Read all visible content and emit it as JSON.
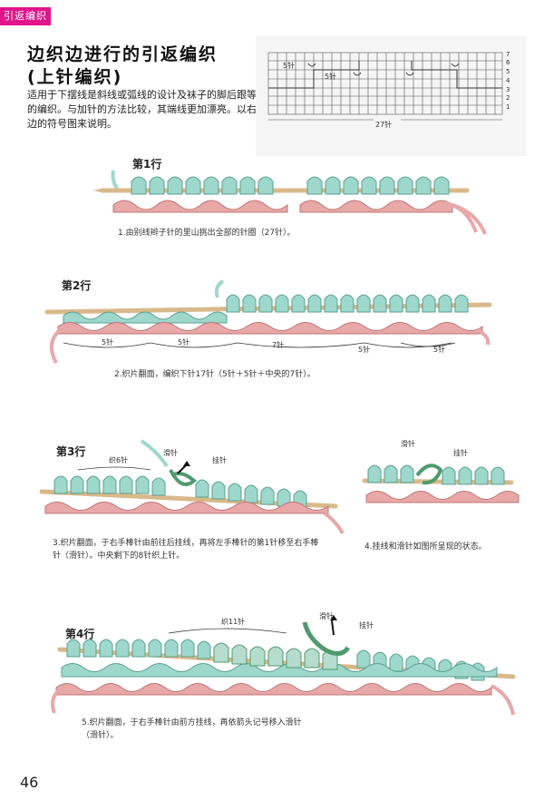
{
  "header": {
    "tag": "引返编织"
  },
  "title": {
    "line1": "边织边进行的引返编织",
    "line2": "(上针编织)"
  },
  "intro": "适用于下摆线是斜线或弧线的设计及袜子的脚后跟等的编织。与加针的方法比较，其端线更加漂亮。以右边的符号图来说明。",
  "symbol_chart": {
    "left_label": "5针",
    "mid_label": "5针",
    "bottom_label": "27针",
    "row_numbers": [
      "7",
      "6",
      "5",
      "4",
      "3",
      "2",
      "1"
    ]
  },
  "steps": {
    "s1": {
      "label": "第1行",
      "caption": "1.由别线辫子针的里山挑出全部的针圈（27针）。"
    },
    "s2": {
      "label": "第2行",
      "counts": [
        "5针",
        "5针",
        "7针",
        "5针",
        "5针"
      ],
      "caption": "2.织片翻面，编织下针17针（5针＋5针＋中央的7针）。"
    },
    "s3": {
      "label": "第3行",
      "knit_label": "织6针",
      "slip_label": "滑针",
      "yo_label": "挂针",
      "caption": "3.织片翻面，于右手棒针由前往后挂线，再将左手棒针的第1针移至右手棒针（滑针）。中央剩下的8针织上针。"
    },
    "s4": {
      "slip_label": "滑针",
      "yo_label": "挂针",
      "caption": "4.挂线和滑针如图所呈现的状态。"
    },
    "s5": {
      "label": "第4行",
      "knit_label": "织11针",
      "slip_label": "滑针",
      "yo_label": "挂针",
      "caption": "5.织片翻面，于右手棒针由前方挂线，再依箭头记号移入滑针（滑针）。"
    }
  },
  "page_number": "46",
  "colors": {
    "tag": "#e3158a",
    "mint": "#9ed8cc",
    "pink": "#e8a8a8",
    "needle": "#d9b98a",
    "dark_green": "#4f9a6e"
  }
}
